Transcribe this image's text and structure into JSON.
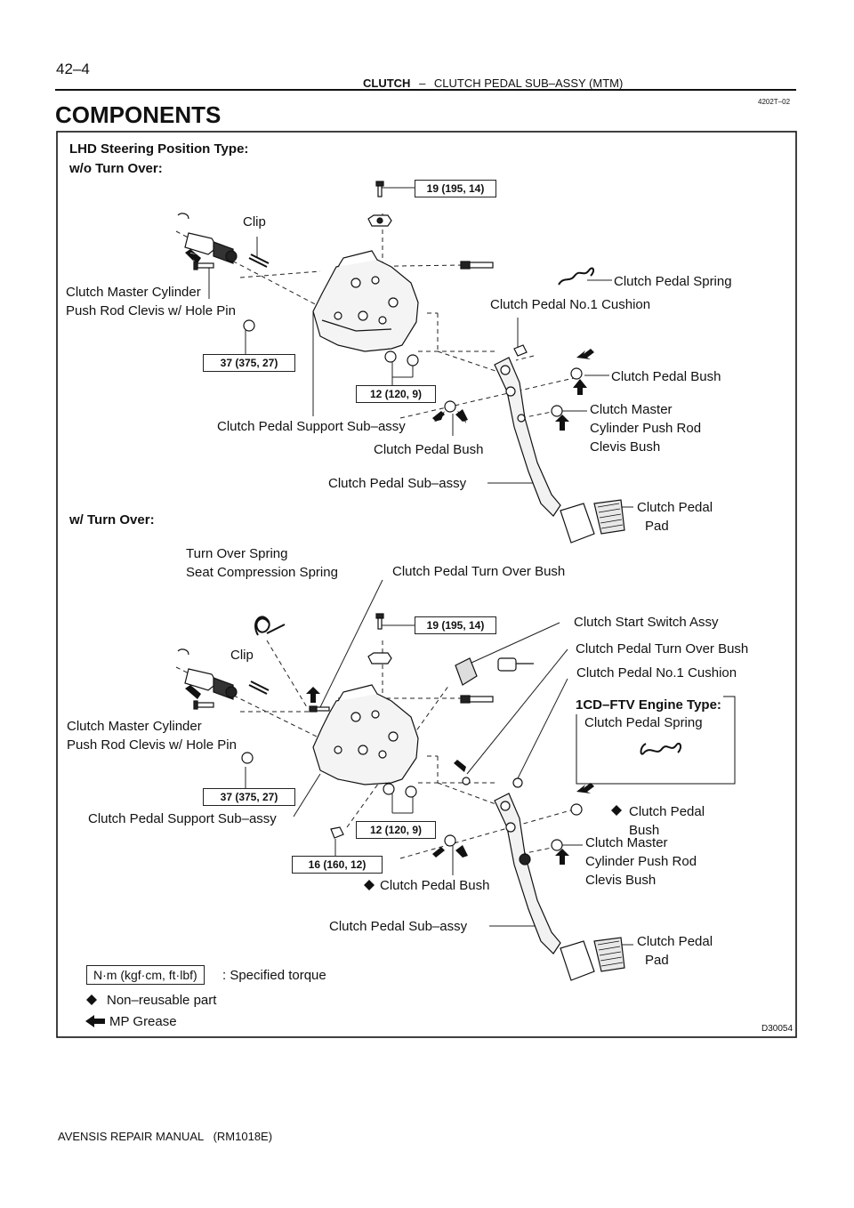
{
  "header": {
    "page_number": "42–4",
    "section": "CLUTCH",
    "dash": "–",
    "subsection": "CLUTCH PEDAL SUB–ASSY (MTM)",
    "doc_code": "4202T–02"
  },
  "title": "COMPONENTS",
  "section1": {
    "heading_line1": "LHD Steering Position Type:",
    "heading_line2": "w/o Turn Over:",
    "torque_top": "19 (195, 14)",
    "torque_left": "37 (375, 27)",
    "torque_mid": "12 (120, 9)",
    "clip": "Clip",
    "clevis_pin_line1": "Clutch Master Cylinder",
    "clevis_pin_line2": "Push Rod Clevis w/ Hole Pin",
    "pedal_spring": "Clutch Pedal Spring",
    "no1_cushion": "Clutch Pedal No.1 Cushion",
    "pedal_bush_right": "Clutch Pedal Bush",
    "clevis_bush_line1": "Clutch Master",
    "clevis_bush_line2": "Cylinder Push Rod",
    "clevis_bush_line3": "Clevis Bush",
    "support": "Clutch Pedal Support Sub–assy",
    "pedal_bush_center": "Clutch Pedal Bush",
    "pedal_sub_assy": "Clutch Pedal Sub–assy",
    "pad_line1": "Clutch Pedal",
    "pad_line2": "Pad"
  },
  "section2": {
    "heading": "w/ Turn Over:",
    "turn_over_spring_line1": "Turn Over Spring",
    "turn_over_spring_line2": "Seat Compression Spring",
    "turn_over_bush_top": "Clutch Pedal Turn Over Bush",
    "torque_top": "19 (195, 14)",
    "start_switch": "Clutch Start Switch Assy",
    "turn_over_bush_right": "Clutch Pedal Turn Over Bush",
    "no1_cushion": "Clutch Pedal No.1 Cushion",
    "clip": "Clip",
    "engine_box_title": "1CD–FTV Engine Type:",
    "engine_box_part": "Clutch Pedal Spring",
    "clevis_pin_line1": "Clutch Master Cylinder",
    "clevis_pin_line2": "Push Rod Clevis w/ Hole Pin",
    "torque_left": "37 (375, 27)",
    "support": "Clutch Pedal Support Sub–assy",
    "torque_mid": "12 (120, 9)",
    "torque_bottom": "16 (160, 12)",
    "pedal_bush_right_line1": "Clutch Pedal",
    "pedal_bush_right_line2": "Bush",
    "clevis_bush_line1": "Clutch Master",
    "clevis_bush_line2": "Cylinder Push Rod",
    "clevis_bush_line3": "Clevis Bush",
    "pedal_bush_center": "Clutch Pedal Bush",
    "pedal_sub_assy": "Clutch Pedal Sub–assy",
    "pad_line1": "Clutch Pedal",
    "pad_line2": "Pad"
  },
  "legend": {
    "torque_unit": "N·m (kgf·cm, ft·lbf)",
    "torque_desc": ": Specified torque",
    "non_reusable": "Non–reusable part",
    "grease": "MP Grease"
  },
  "figure_id": "D30054",
  "footer": "AVENSIS REPAIR MANUAL   (RM1018E)"
}
